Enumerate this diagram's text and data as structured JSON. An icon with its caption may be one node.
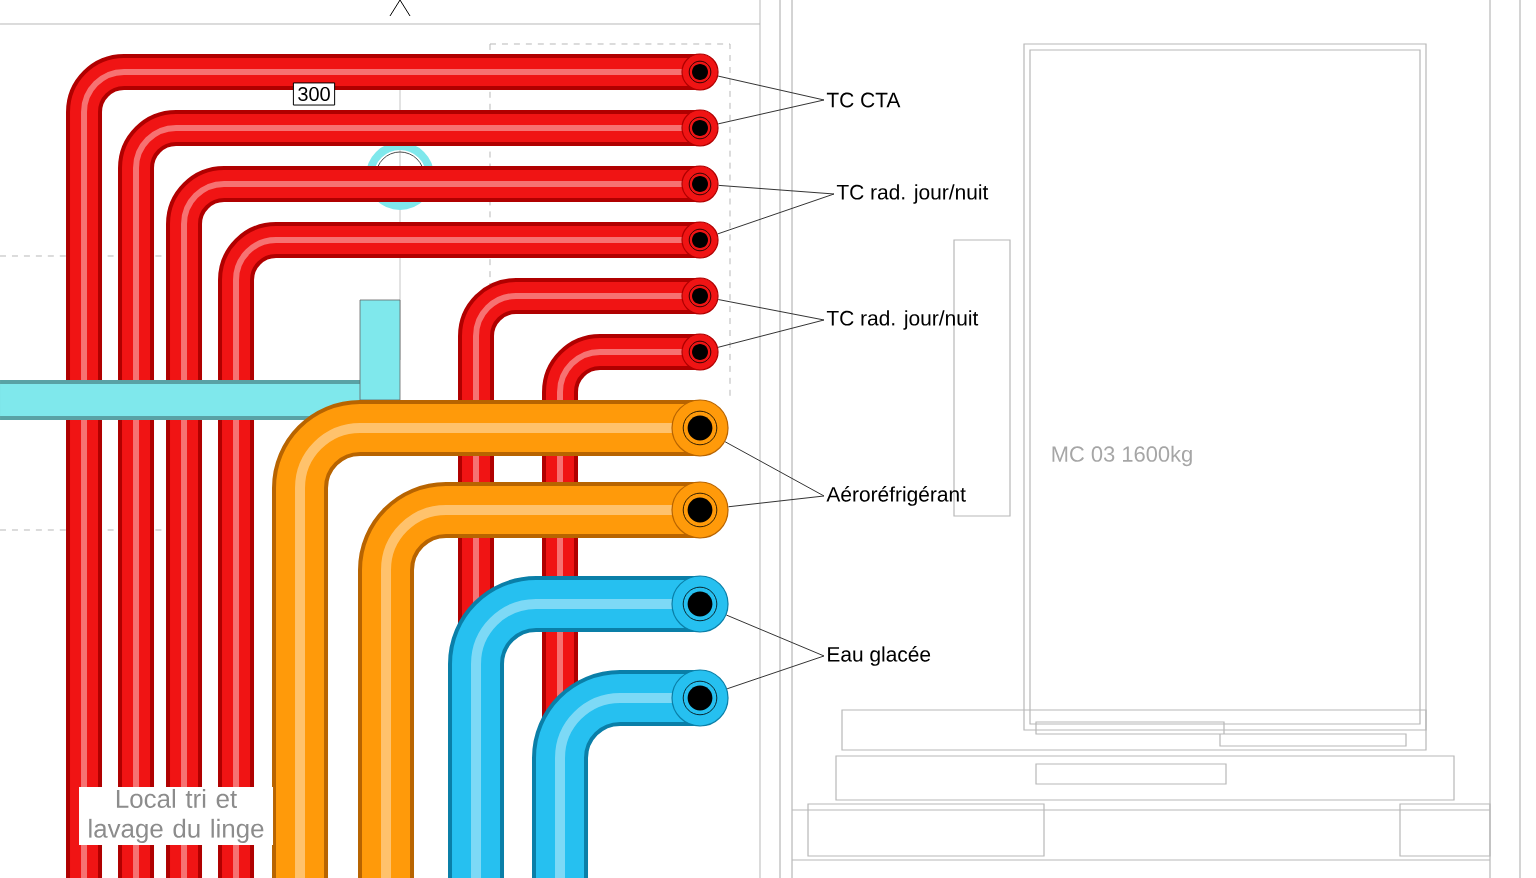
{
  "diagram": {
    "nodes": [
      {
        "text": [],
        "shape": "circle"
      },
      {
        "text": [],
        "shape": "circle"
      },
      {
        "text": [],
        "shape": "circle"
      },
      {
        "text": [],
        "shape": "circle"
      },
      {
        "text": [],
        "shape": "circle"
      },
      {
        "text": [],
        "shape": "circle"
      },
      {
        "text": [],
        "shape": "circle"
      },
      {
        "text": [],
        "shape": "circle"
      },
      {
        "text": [],
        "shape": "circle"
      },
      {
        "text": [],
        "shape": "circle"
      },
      {
        "text": [
          "TC CTA"
        ]
      },
      {
        "text": [
          "TC rad. jour/nuit"
        ]
      },
      {
        "text": [
          "TC rad. jour/nuit"
        ]
      },
      {
        "text": [
          "Aéroréfrigérant"
        ]
      },
      {
        "text": [
          "Eau glacée"
        ]
      }
    ],
    "edges": [
      {
        "from": 10,
        "to": 0,
        "arrow": "none"
      },
      {
        "from": 10,
        "to": 1,
        "arrow": "none"
      },
      {
        "from": 11,
        "to": 2,
        "arrow": "none"
      },
      {
        "from": 11,
        "to": 3,
        "arrow": "none"
      },
      {
        "from": 12,
        "to": 4,
        "arrow": "none"
      },
      {
        "from": 12,
        "to": 5,
        "arrow": "none"
      },
      {
        "from": 13,
        "to": 6,
        "arrow": "none"
      },
      {
        "from": 13,
        "to": 7,
        "arrow": "none"
      },
      {
        "from": 14,
        "to": 8,
        "arrow": "none"
      },
      {
        "from": 14,
        "to": 9,
        "arrow": "none"
      }
    ],
    "labels": [
      "300",
      "MC 03 1600kg",
      "Local tri et lavage du linge"
    ]
  }
}
